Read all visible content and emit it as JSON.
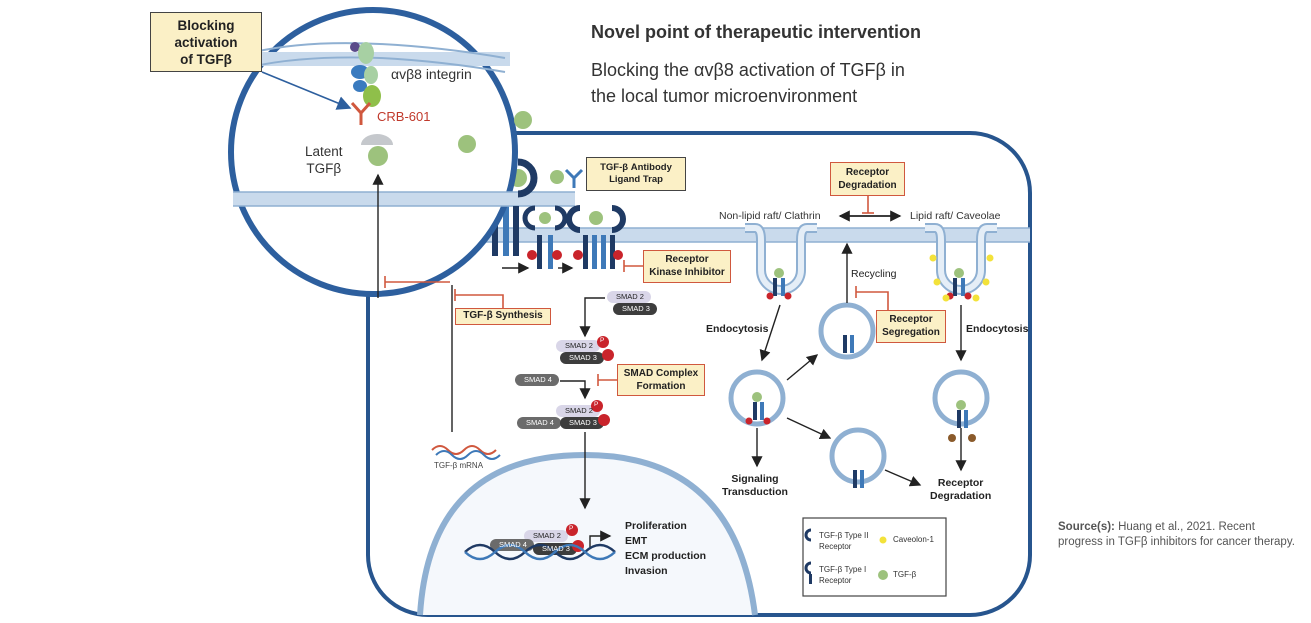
{
  "header": {
    "title": "Novel point of therapeutic intervention",
    "subtitle_line1": "Blocking the αvβ8 activation of TGFβ in",
    "subtitle_line2": "the local tumor microenvironment"
  },
  "source": {
    "label": "Source(s):",
    "text": "Huang et al., 2021. Recent progress in TGFβ inhibitors for cancer therapy."
  },
  "zoom": {
    "callout_line1": "Blocking",
    "callout_line2": "activation",
    "callout_line3": "of TGFβ",
    "integrin_label": "αvβ8 integrin",
    "drug_label": "CRB-601",
    "latent_line1": "Latent",
    "latent_line2": "TGFβ"
  },
  "cell": {
    "antibody_line1": "TGF-β Antibody",
    "antibody_line2": "Ligand Trap",
    "receptor_degradation_line1": "Receptor",
    "receptor_degradation_line2": "Degradation",
    "non_lipid": "Non-lipid raft/ Clathrin",
    "lipid": "Lipid raft/ Caveolae",
    "kinase_line1": "Receptor",
    "kinase_line2": "Kinase Inhibitor",
    "recycling": "Recycling",
    "segregation_line1": "Receptor",
    "segregation_line2": "Segregation",
    "endocytosis_left": "Endocytosis",
    "endocytosis_right": "Endocytosis",
    "synthesis": "TGF-β Synthesis",
    "smad_complex_line1": "SMAD Complex",
    "smad_complex_line2": "Formation",
    "mrna": "TGF-β mRNA",
    "signaling_line1": "Signaling",
    "signaling_line2": "Transduction",
    "receptor_deg2_line1": "Receptor",
    "receptor_deg2_line2": "Degradation",
    "smad2": "SMAD 2",
    "smad3": "SMAD 3",
    "smad4": "SMAD 4",
    "p": "P",
    "outcomes": [
      "Proliferation",
      "EMT",
      "ECM production",
      "Invasion"
    ]
  },
  "legend": {
    "type2_line1": "TGF-β Type II",
    "type2_line2": "Receptor",
    "caveolin": "Caveolon-1",
    "type1_line1": "TGF-β Type I",
    "type1_line2": "Receptor",
    "tgfb": "TGF-β"
  },
  "colors": {
    "membrane": "#a9c3dd",
    "cell_border": "#27558e",
    "callout_fill": "#fbf0c6",
    "inhibitor_red": "#d0583e",
    "tgfb_green": "#9dc27d",
    "receptor_navy": "#1f3a64",
    "receptor_blue": "#3e79b8",
    "phospho_red": "#c9242b",
    "caveolin_yellow": "#f3e23a"
  }
}
